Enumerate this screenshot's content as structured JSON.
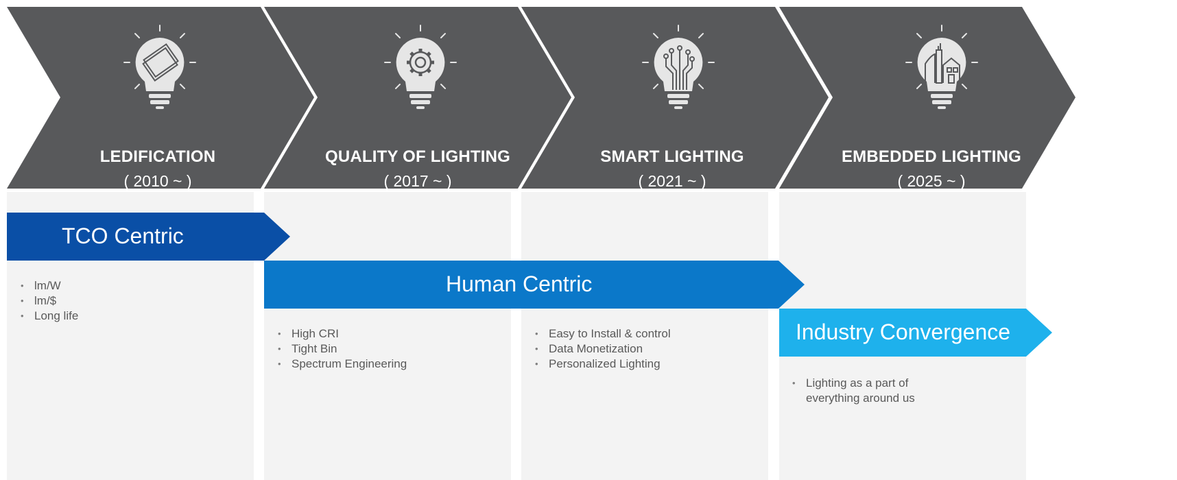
{
  "stages": [
    {
      "title": "LEDIFICATION",
      "year": "( 2010 ~ )",
      "icon": "bulb-chip-icon"
    },
    {
      "title": "QUALITY OF LIGHTING",
      "year": "( 2017 ~ )",
      "icon": "bulb-gear-icon"
    },
    {
      "title": "SMART LIGHTING",
      "year": "( 2021 ~ )",
      "icon": "bulb-circuit-icon"
    },
    {
      "title": "EMBEDDED LIGHTING",
      "year": "( 2025 ~ )",
      "icon": "bulb-city-icon"
    }
  ],
  "banners": [
    {
      "label": "TCO Centric",
      "color": "#0a4fa6"
    },
    {
      "label": "Human Centric",
      "color": "#0b78c9"
    },
    {
      "label": "Industry Convergence",
      "color": "#1eb1ec"
    }
  ],
  "bullets": {
    "tco": [
      "lm/W",
      "lm/$",
      "Long life"
    ],
    "human": [
      "High CRI",
      "Tight Bin",
      "Spectrum Engineering"
    ],
    "smart": [
      "Easy to Install & control",
      "Data Monetization",
      "Personalized Lighting"
    ],
    "embedded": [
      "Lighting as a part of",
      "everything around us"
    ]
  },
  "colors": {
    "chevron": "#58595b",
    "panel": "#f3f3f3"
  }
}
